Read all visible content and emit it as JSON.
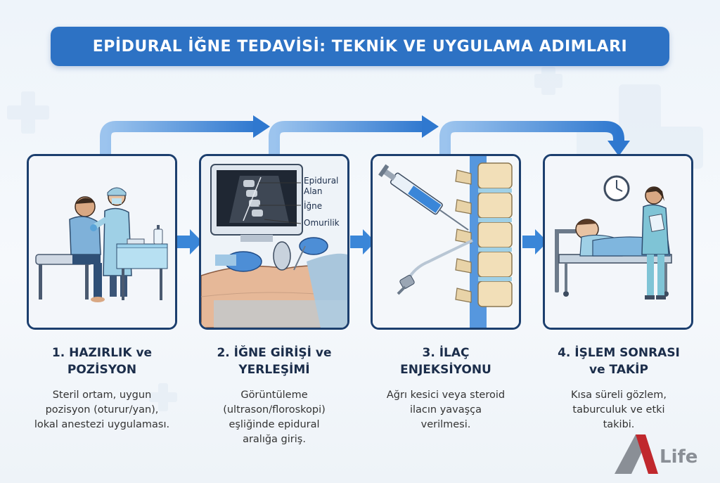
{
  "title": "EPİDURAL İĞNE TEDAVİSİ: TEKNİK VE UYGULAMA ADIMLARI",
  "steps": [
    {
      "title": "1. HAZIRLIK ve\nPOZİSYON",
      "desc": "Steril ortam, uygun\npozisyon (oturur/yan),\nlokal anestezi uygulaması."
    },
    {
      "title": "2. İĞNE GİRİŞİ ve\nYERLEŞİMİ",
      "desc": "Görüntüleme\n(ultrason/floroskopi)\neşliğinde epidural\naralığa giriş."
    },
    {
      "title": "3. İLAÇ\nENJEKSİYONU",
      "desc": "Ağrı kesici veya steroid\nilacın yavaşça\nverilmesi."
    },
    {
      "title": "4. İŞLEM SONRASI\nve TAKİP",
      "desc": "Kısa süreli gözlem,\ntaburculuk ve etki\ntakibi."
    }
  ],
  "ultrasound_labels": {
    "epidural_line1": "Epidural",
    "epidural_line2": "Alan",
    "needle": "İğne",
    "spinal_cord": "Omurilik"
  },
  "logo": {
    "text": "Life",
    "brand_color": "#c0282d"
  },
  "colors": {
    "title_bg": "#2d72c4",
    "arrow": "#3a86d8",
    "panel_border": "#1c3f6e"
  }
}
